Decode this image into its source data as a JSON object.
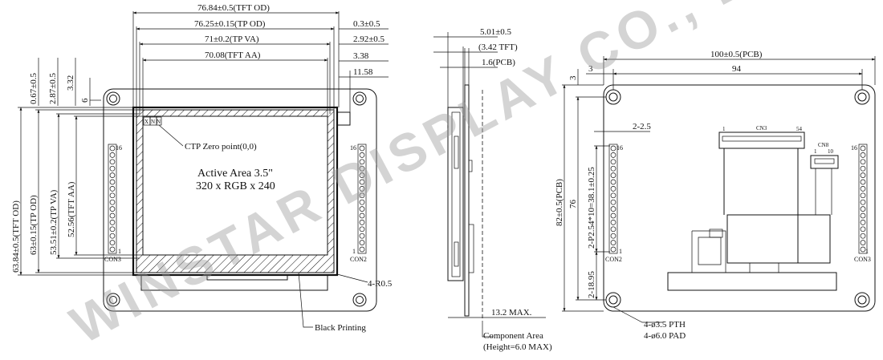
{
  "watermark": "WINSTAR DISPLAY CO., LTD.",
  "front_view": {
    "dims_top": {
      "tft_od": "76.84±0.5(TFT OD)",
      "tp_od": "76.25±0.15(TP OD)",
      "tp_va": "71±0.2(TP VA)",
      "tft_aa": "70.08(TFT AA)",
      "r1": "0.3±0.5",
      "r2": "2.92±0.5",
      "r3": "3.38",
      "r4": "11.58"
    },
    "dims_left": {
      "d1": "0.67±0.5",
      "d2": "2.87±0.5",
      "d3": "3.32",
      "d4": "6",
      "tft_od": "63.84±0.5(TFT OD)",
      "tp_od": "63±0.15(TP OD)",
      "tp_va": "53.51±0.2(TP VA)",
      "tft_aa": "52.56(TFT AA)"
    },
    "ctp_zero": "CTP Zero point(0,0)",
    "ctp_marks": [
      "X",
      "N",
      "N"
    ],
    "active_area_line1": "Active Area 3.5\"",
    "active_area_line2": "320 x RGB x 240",
    "corner_radius": "4-R0.5",
    "black_printing": "Black Printing",
    "cn_left": {
      "label": "CON3",
      "pin_first": "1",
      "pin_last": "16"
    },
    "cn_right": {
      "label": "CON2",
      "pin_first": "1",
      "pin_last": "16"
    }
  },
  "side_view": {
    "d1": "5.01±0.5",
    "d2": "(3.42 TFT)",
    "d3": "1.6(PCB)",
    "max": "13.2 MAX.",
    "component_area_1": "Component Area",
    "component_area_2": "(Height=6.0 MAX)"
  },
  "back_view": {
    "pcb_w": "100±0.5(PCB)",
    "hole_w": "94",
    "hole_off_x": "3",
    "hole_off_y": "3",
    "pcb_h": "82±0.5(PCB)",
    "hole_h": "76",
    "pitch_top": "2-2.5",
    "pitch": "2-P2.54*10=38.1±0.25",
    "pitch_bottom": "2-18.95",
    "holes_1": "4-ø3.5 PTH",
    "holes_2": "4-ø6.0 PAD",
    "cn3": {
      "label": "CN3",
      "pin_first": "1",
      "pin_last": "54"
    },
    "cn8": {
      "label": "CN8",
      "pin_first": "1",
      "pin_last": "10"
    },
    "con2": {
      "label": "CON2",
      "pin_first": "1",
      "pin_last": "16"
    },
    "con3": {
      "label": "CON3",
      "pin_first": "1",
      "pin_last": "16"
    }
  }
}
